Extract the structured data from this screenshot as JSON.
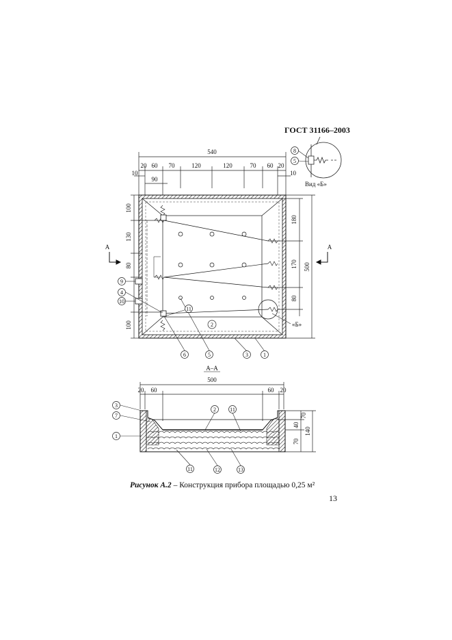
{
  "header": {
    "standard": "ГОСТ 31166–2003"
  },
  "top_dims": {
    "total": "540",
    "segments": [
      "20",
      "60",
      "70",
      "120",
      "120",
      "70",
      "60",
      "20"
    ],
    "edge_left": "10",
    "edge_right": "10",
    "offset": "90"
  },
  "left_dims": [
    "100",
    "130",
    "80",
    "100"
  ],
  "right_dims": {
    "segments": [
      "180",
      "170",
      "80"
    ],
    "total": "500"
  },
  "section_marks": {
    "left": "А",
    "right": "А"
  },
  "view_b": {
    "label": "Вид «Б»",
    "callout": "«Б»",
    "items": [
      "8",
      "5"
    ]
  },
  "plan_callouts": [
    "9",
    "4",
    "10",
    "11",
    "2",
    "6",
    "5",
    "3",
    "1"
  ],
  "section": {
    "title": "А–А",
    "total": "500",
    "top_dims": [
      "20",
      "60",
      "60",
      "20"
    ],
    "right_dims": [
      "40",
      "70",
      "70",
      "140"
    ],
    "callouts_left": [
      "3",
      "7",
      "1"
    ],
    "callouts_top": [
      "2",
      "11"
    ],
    "callouts_bottom": [
      "11",
      "12",
      "13"
    ]
  },
  "caption": {
    "figure": "Рисунок А.2",
    "text": " – Конструкция прибора площадью 0,25 м²"
  },
  "page_number": "13"
}
